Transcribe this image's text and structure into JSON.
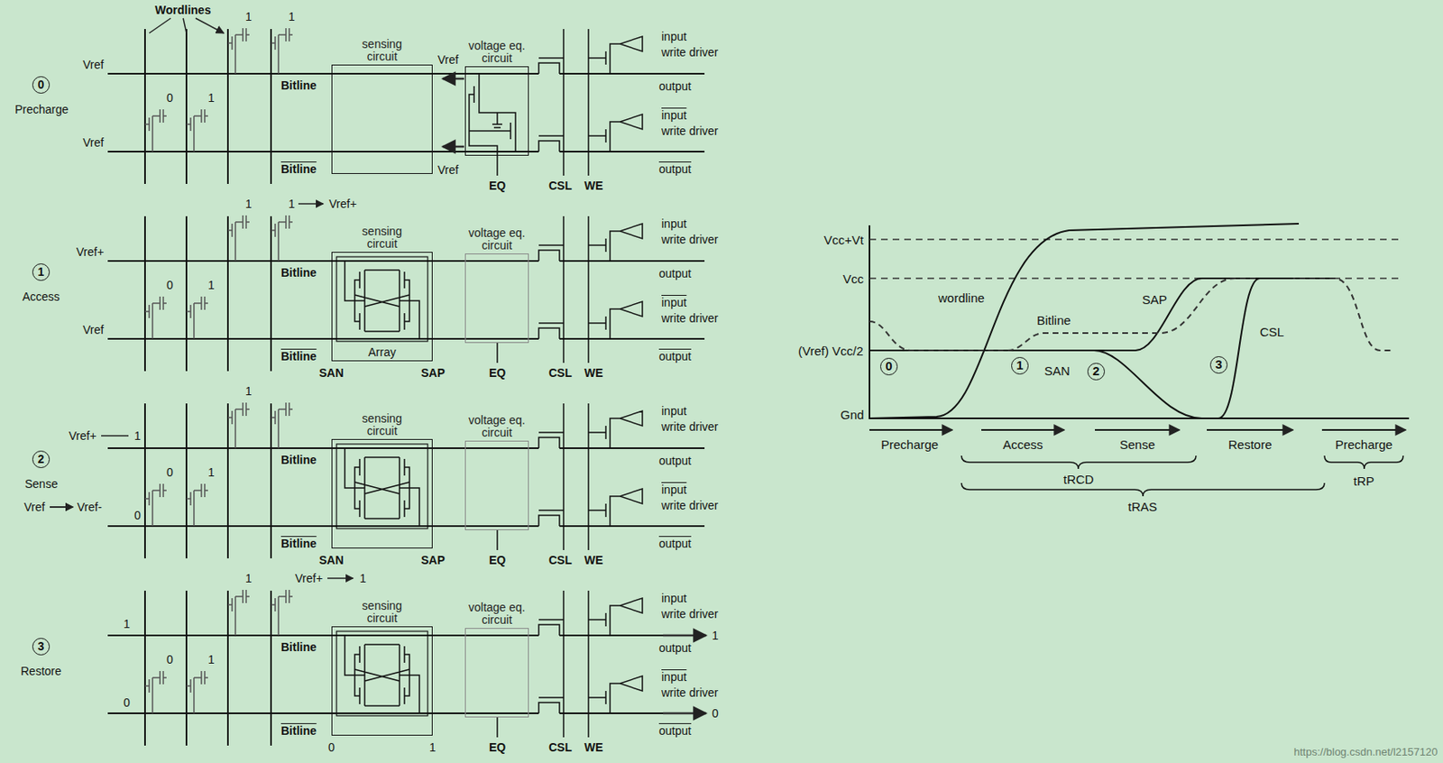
{
  "diagram": {
    "nodes": [
      {
        "text": [
          "sensing circuit"
        ]
      },
      {
        "text": [
          "voltage eq. circuit"
        ]
      },
      {
        "text": [
          "sensing circuit",
          "Array"
        ]
      },
      {
        "text": [
          "voltage eq. circuit"
        ]
      },
      {
        "text": [
          "sensing circuit"
        ]
      },
      {
        "text": [
          "voltage eq. circuit"
        ]
      },
      {
        "text": [
          "sensing circuit"
        ]
      },
      {
        "text": [
          "voltage eq. circuit"
        ]
      }
    ],
    "labels": [
      "0",
      "Precharge",
      "Wordlines",
      "1",
      "1",
      "Vref",
      "0",
      "1",
      "Vref",
      "Bitline",
      "Bitline",
      "Vref",
      "Vref",
      "EQ",
      "CSL",
      "WE",
      "input",
      "write driver",
      "output",
      "input",
      "write driver",
      "output",
      "1",
      "Access",
      "1",
      "1",
      "Vref+",
      "Vref+",
      "Vref",
      "0",
      "1",
      "Bitline",
      "Bitline",
      "SAN",
      "SAP",
      "EQ",
      "CSL",
      "WE",
      "input",
      "write driver",
      "output",
      "input",
      "write driver",
      "output",
      "2",
      "Sense",
      "1",
      "Vref+",
      "1",
      "Vref",
      "Vref-",
      "0",
      "0",
      "1",
      "Bitline",
      "Bitline",
      "SAN",
      "SAP",
      "EQ",
      "CSL",
      "WE",
      "input",
      "write driver",
      "output",
      "input",
      "write driver",
      "output",
      "3",
      "Restore",
      "1",
      "Vref+",
      "1",
      "1",
      "0",
      "0",
      "1",
      "Bitline",
      "Bitline",
      "0",
      "1",
      "EQ",
      "CSL",
      "WE",
      "input",
      "write driver",
      "output",
      "1",
      "input",
      "write driver",
      "output",
      "0",
      "Vcc+Vt",
      "Vcc",
      "(Vref) Vcc/2",
      "Gnd",
      "wordline",
      "Bitline",
      "SAP",
      "SAN",
      "CSL",
      "0",
      "1",
      "2",
      "3",
      "Precharge",
      "Access",
      "Sense",
      "Restore",
      "Precharge",
      "tRCD",
      "tRAS",
      "tRP",
      "https://blog.csdn.net/l2157120"
    ]
  }
}
